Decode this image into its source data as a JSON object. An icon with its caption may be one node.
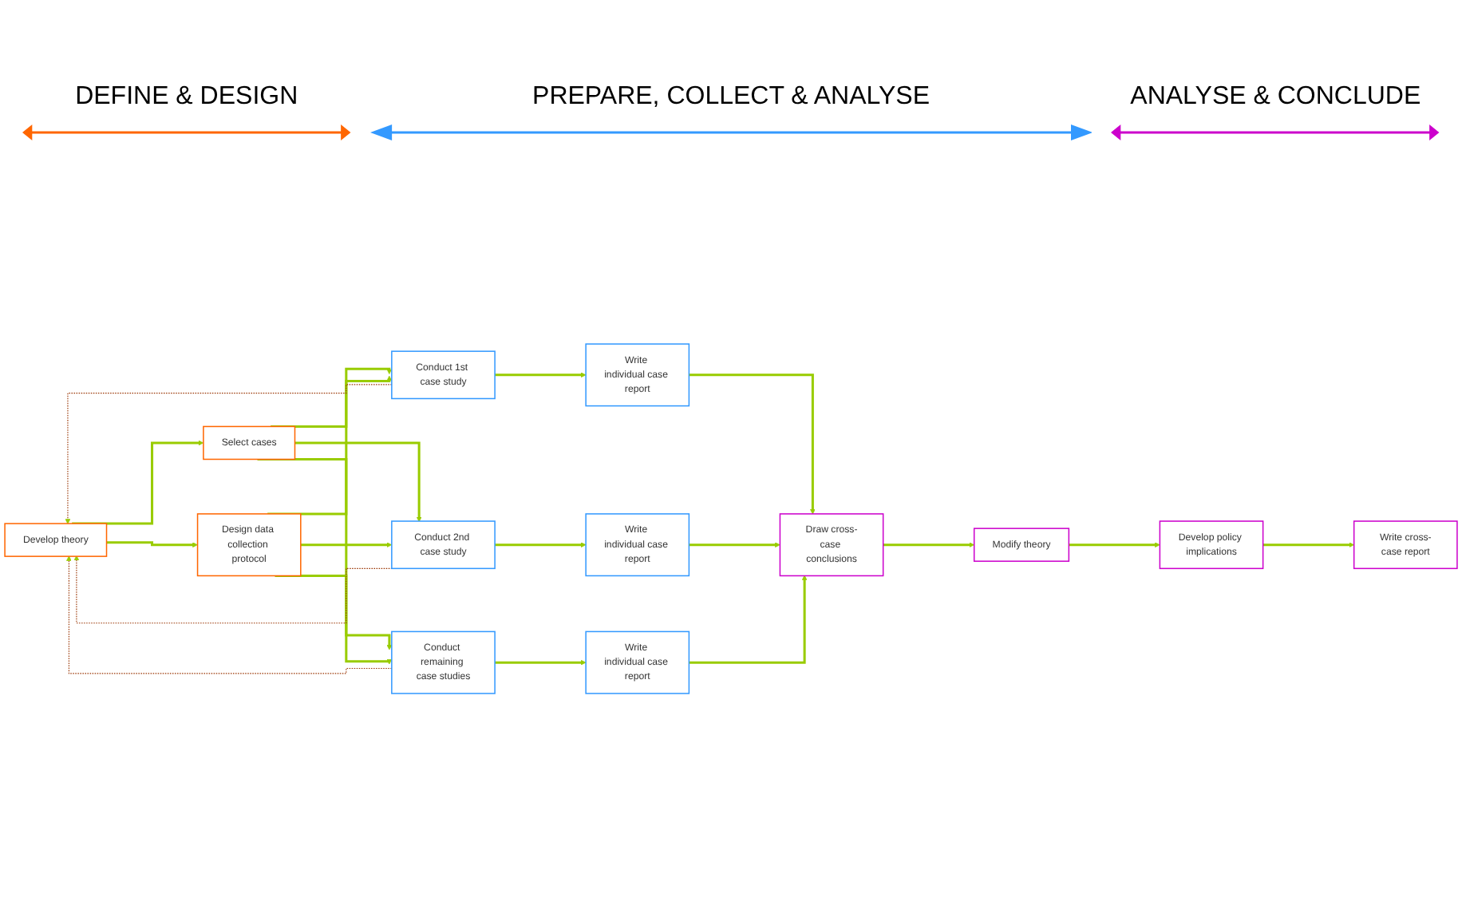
{
  "diagram": {
    "nodes": [
      {
        "text": [
          "Develop theory"
        ]
      },
      {
        "text": [
          "Select cases"
        ]
      },
      {
        "text": [
          "Design data collection protocol"
        ]
      },
      {
        "text": [
          "Conduct 1st case study"
        ]
      },
      {
        "text": [
          "Conduct 2nd case study"
        ]
      },
      {
        "text": [
          "Conduct remaining case studies"
        ]
      },
      {
        "text": [
          "Write individual case report"
        ]
      },
      {
        "text": [
          "Write individual case report"
        ]
      },
      {
        "text": [
          "Write individual case report"
        ]
      },
      {
        "text": [
          "Draw cross-case conclusions"
        ]
      },
      {
        "text": [
          "Modify theory"
        ]
      },
      {
        "text": [
          "Develop policy implications"
        ]
      },
      {
        "text": [
          "Write cross-case report"
        ]
      }
    ],
    "edges": [
      {
        "from": 0,
        "to": 1,
        "arrow": "to"
      },
      {
        "from": 0,
        "to": 2,
        "arrow": "to"
      },
      {
        "from": 1,
        "to": 3,
        "arrow": "to"
      },
      {
        "from": 1,
        "to": 4,
        "arrow": "to"
      },
      {
        "from": 1,
        "to": 5,
        "arrow": "to"
      },
      {
        "from": 2,
        "to": 3,
        "arrow": "to"
      },
      {
        "from": 2,
        "to": 4,
        "arrow": "to"
      },
      {
        "from": 2,
        "to": 5,
        "arrow": "to"
      },
      {
        "from": 3,
        "to": 6,
        "arrow": "to"
      },
      {
        "from": 4,
        "to": 7,
        "arrow": "to"
      },
      {
        "from": 5,
        "to": 8,
        "arrow": "to"
      },
      {
        "from": 6,
        "to": 9,
        "arrow": "to"
      },
      {
        "from": 7,
        "to": 9,
        "arrow": "to"
      },
      {
        "from": 8,
        "to": 9,
        "arrow": "to"
      },
      {
        "from": 9,
        "to": 10,
        "arrow": "to"
      },
      {
        "from": 10,
        "to": 11,
        "arrow": "to"
      },
      {
        "from": 11,
        "to": 12,
        "arrow": "to"
      },
      {
        "from": 3,
        "to": 0,
        "arrow": "to",
        "style": "dashed",
        "color": "#993300"
      },
      {
        "from": 4,
        "to": 0,
        "arrow": "to",
        "style": "dashed",
        "color": "#993300"
      },
      {
        "from": 5,
        "to": 0,
        "arrow": "to",
        "style": "dashed",
        "color": "#993300"
      }
    ],
    "labels": [
      "DEFINE & DESIGN",
      "PREPARE, COLLECT & ANALYSE",
      "ANALYSE & CONCLUDE"
    ]
  }
}
